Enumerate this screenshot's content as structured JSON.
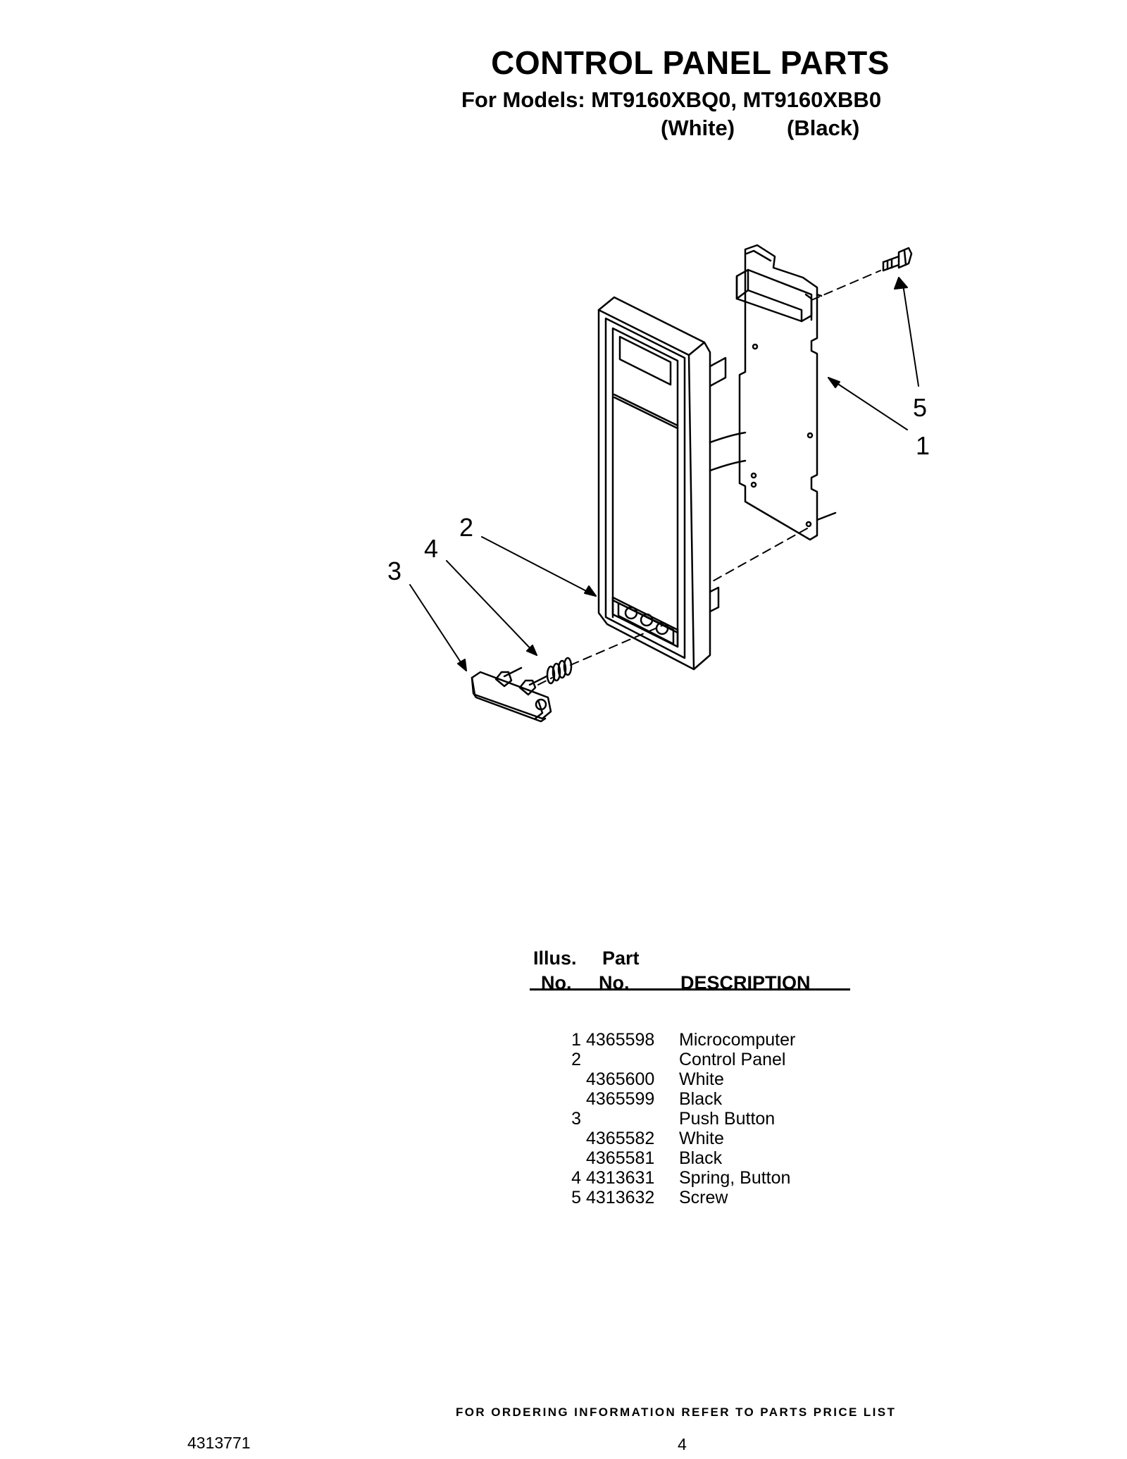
{
  "header": {
    "title": "CONTROL PANEL PARTS",
    "models": "For Models: MT9160XBQ0, MT9160XBB0",
    "color_white": "(White)",
    "color_black": "(Black)"
  },
  "diagram": {
    "callouts": [
      "1",
      "2",
      "3",
      "4",
      "5"
    ]
  },
  "parts_table": {
    "headers": {
      "illus_line1": "Illus.",
      "illus_line2": "No.",
      "part_line1": "Part",
      "part_line2": "No.",
      "description": "DESCRIPTION"
    },
    "rows": [
      {
        "illus": "1",
        "part": "4365598",
        "desc": "Microcomputer"
      },
      {
        "illus": "2",
        "part": "",
        "desc": "Control Panel"
      },
      {
        "illus": "",
        "part": "4365600",
        "desc": "White"
      },
      {
        "illus": "",
        "part": "4365599",
        "desc": "Black"
      },
      {
        "illus": "3",
        "part": "",
        "desc": "Push Button"
      },
      {
        "illus": "",
        "part": "4365582",
        "desc": "White"
      },
      {
        "illus": "",
        "part": "4365581",
        "desc": "Black"
      },
      {
        "illus": "4",
        "part": "4313631",
        "desc": "Spring, Button"
      },
      {
        "illus": "5",
        "part": "4313632",
        "desc": "Screw"
      }
    ]
  },
  "footer": {
    "note": "FOR ORDERING INFORMATION REFER TO PARTS PRICE LIST",
    "doc_number": "4313771",
    "page_number": "4"
  }
}
